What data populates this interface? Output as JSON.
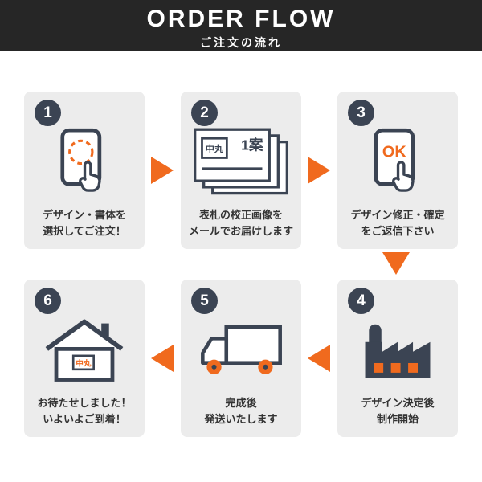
{
  "header": {
    "title": "ORDER FLOW",
    "subtitle": "ご注文の流れ"
  },
  "colors": {
    "accent_orange": "#f06a1e",
    "icon_navy": "#3b4453",
    "card_gray": "#ececec",
    "header_bg": "#262626"
  },
  "steps": [
    {
      "number": "1",
      "lines": [
        "デザイン・書体を",
        "選択してご注文！"
      ]
    },
    {
      "number": "2",
      "lines": [
        "表札の校正画像を",
        "メールでお届けします"
      ],
      "proof_label": "1案",
      "plate_text": "中丸"
    },
    {
      "number": "3",
      "lines": [
        "デザイン修正・確定",
        "をご返信下さい"
      ],
      "ok_label": "OK"
    },
    {
      "number": "4",
      "lines": [
        "デザイン決定後",
        "制作開始"
      ]
    },
    {
      "number": "5",
      "lines": [
        "完成後",
        "発送いたします"
      ]
    },
    {
      "number": "6",
      "lines": [
        "お待たせしました！",
        "いよいよご到着！"
      ],
      "plate_text": "中丸"
    }
  ]
}
